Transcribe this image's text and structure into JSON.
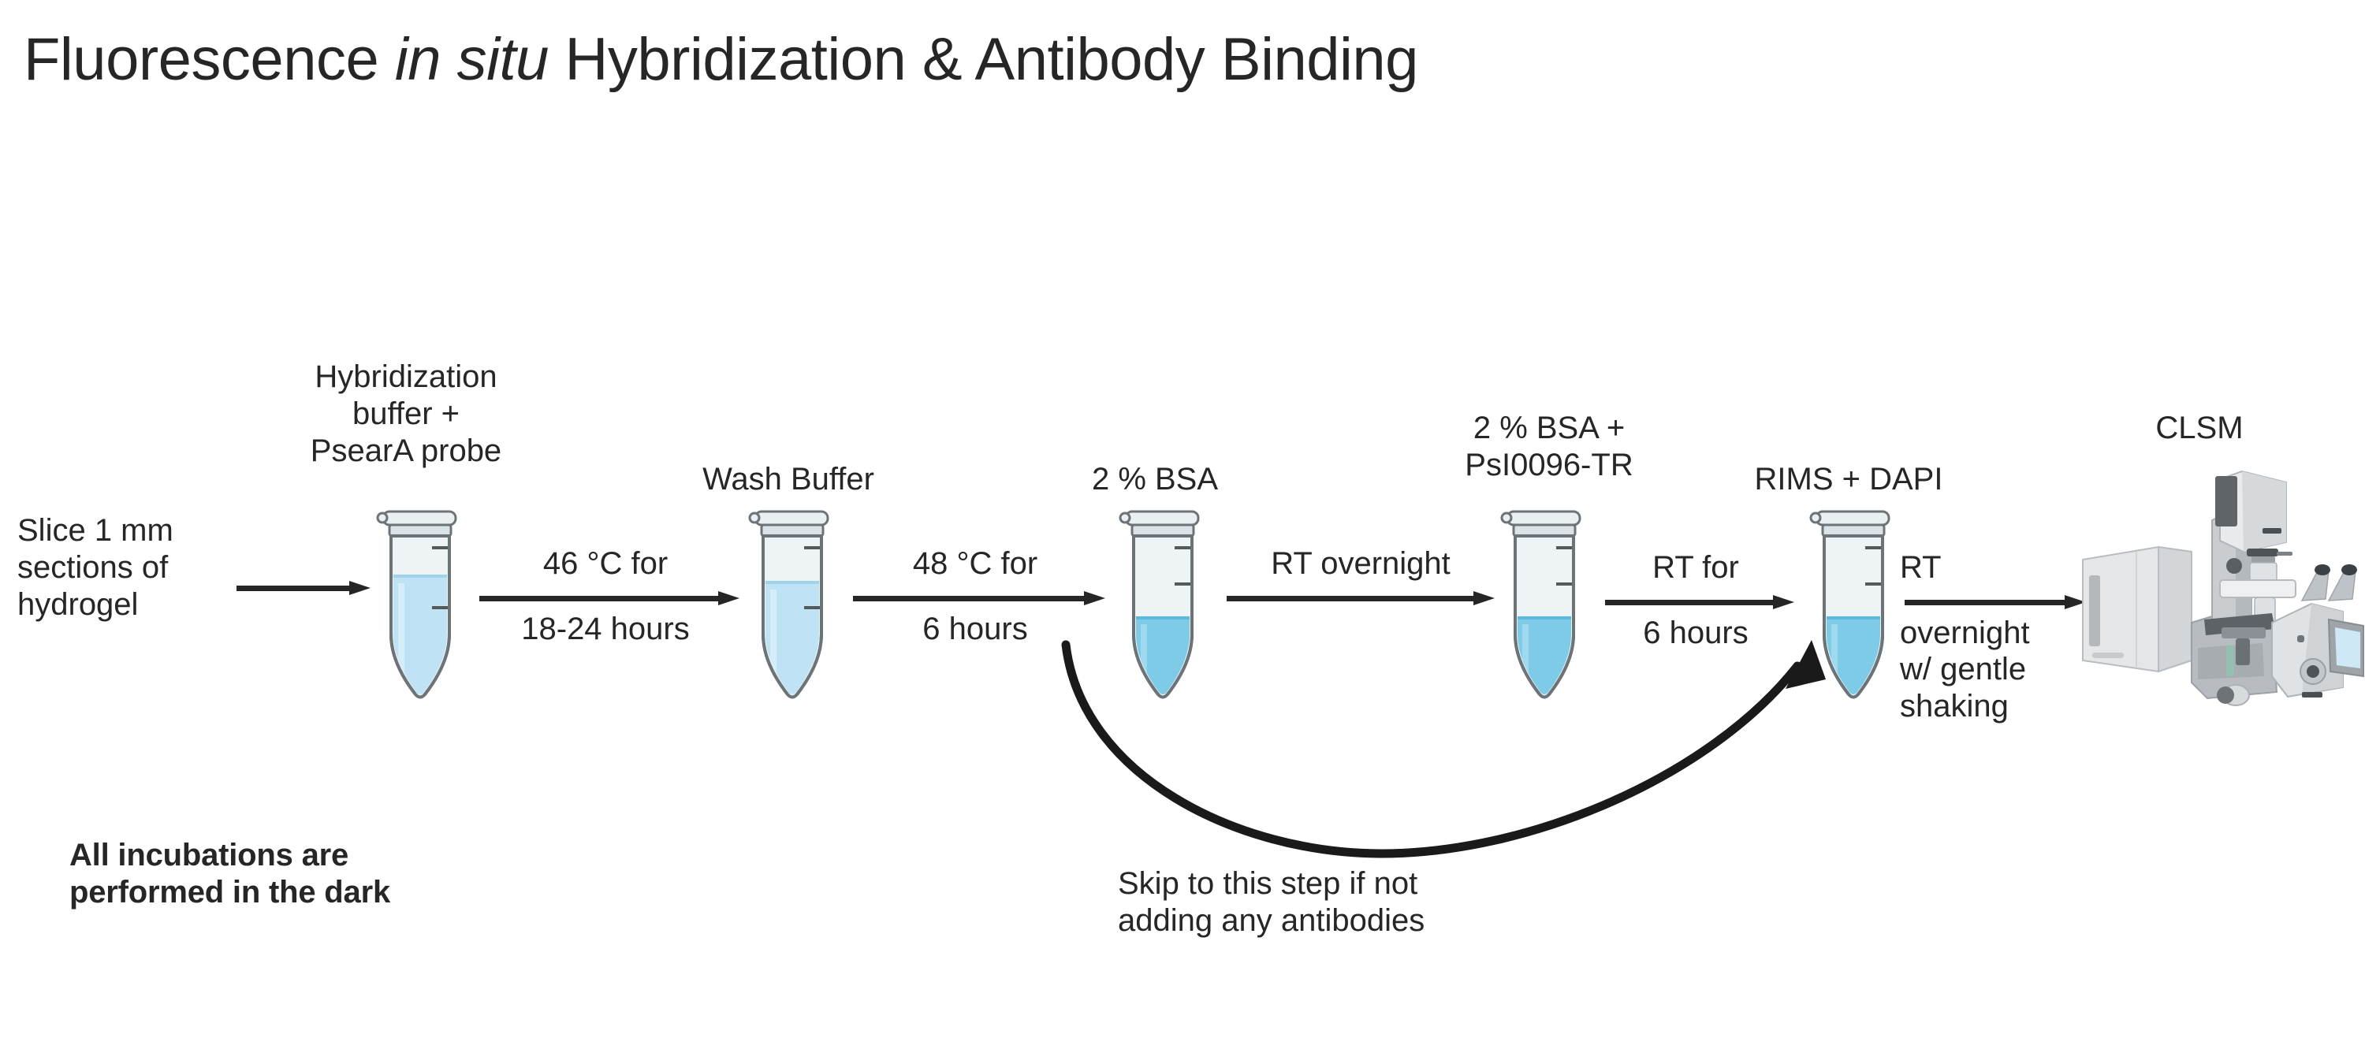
{
  "title": {
    "part1": "Fluorescence ",
    "italic": "in situ",
    "part2": " Hybridization & Antibody Binding"
  },
  "start_label": "Slice 1 mm\nsections of\nhydrogel",
  "note_dark": "All incubations are\nperformed in the dark",
  "skip_note": "Skip to this step if not\nadding any antibodies",
  "microscope_label": "CLSM",
  "steps": [
    {
      "id": "tube-1",
      "label": "Hybridization\nbuffer +\nPsearA probe"
    },
    {
      "id": "tube-2",
      "label": "Wash Buffer"
    },
    {
      "id": "tube-3",
      "label": "2 % BSA"
    },
    {
      "id": "tube-4",
      "label": "2 % BSA +\nPsI0096-TR"
    },
    {
      "id": "tube-5",
      "label": "RIMS + DAPI"
    }
  ],
  "transitions": [
    {
      "id": "arrow-start",
      "above": "",
      "below": ""
    },
    {
      "id": "arrow-1",
      "above": "46 °C for",
      "below": "18-24 hours"
    },
    {
      "id": "arrow-2",
      "above": "48 °C for",
      "below": "6 hours"
    },
    {
      "id": "arrow-3",
      "above": "RT overnight",
      "below": ""
    },
    {
      "id": "arrow-4",
      "above": "RT for",
      "below": "6 hours"
    },
    {
      "id": "arrow-5",
      "above": "RT",
      "below": "overnight\nw/ gentle\nshaking"
    }
  ],
  "colors": {
    "text": "#262626",
    "background": "#ffffff",
    "liquid_light": "#bfe3f4",
    "liquid_dark": "#7ecbe8",
    "tube_body": "#e9eff1",
    "tube_outline": "#6d7477",
    "arrow": "#262626"
  }
}
